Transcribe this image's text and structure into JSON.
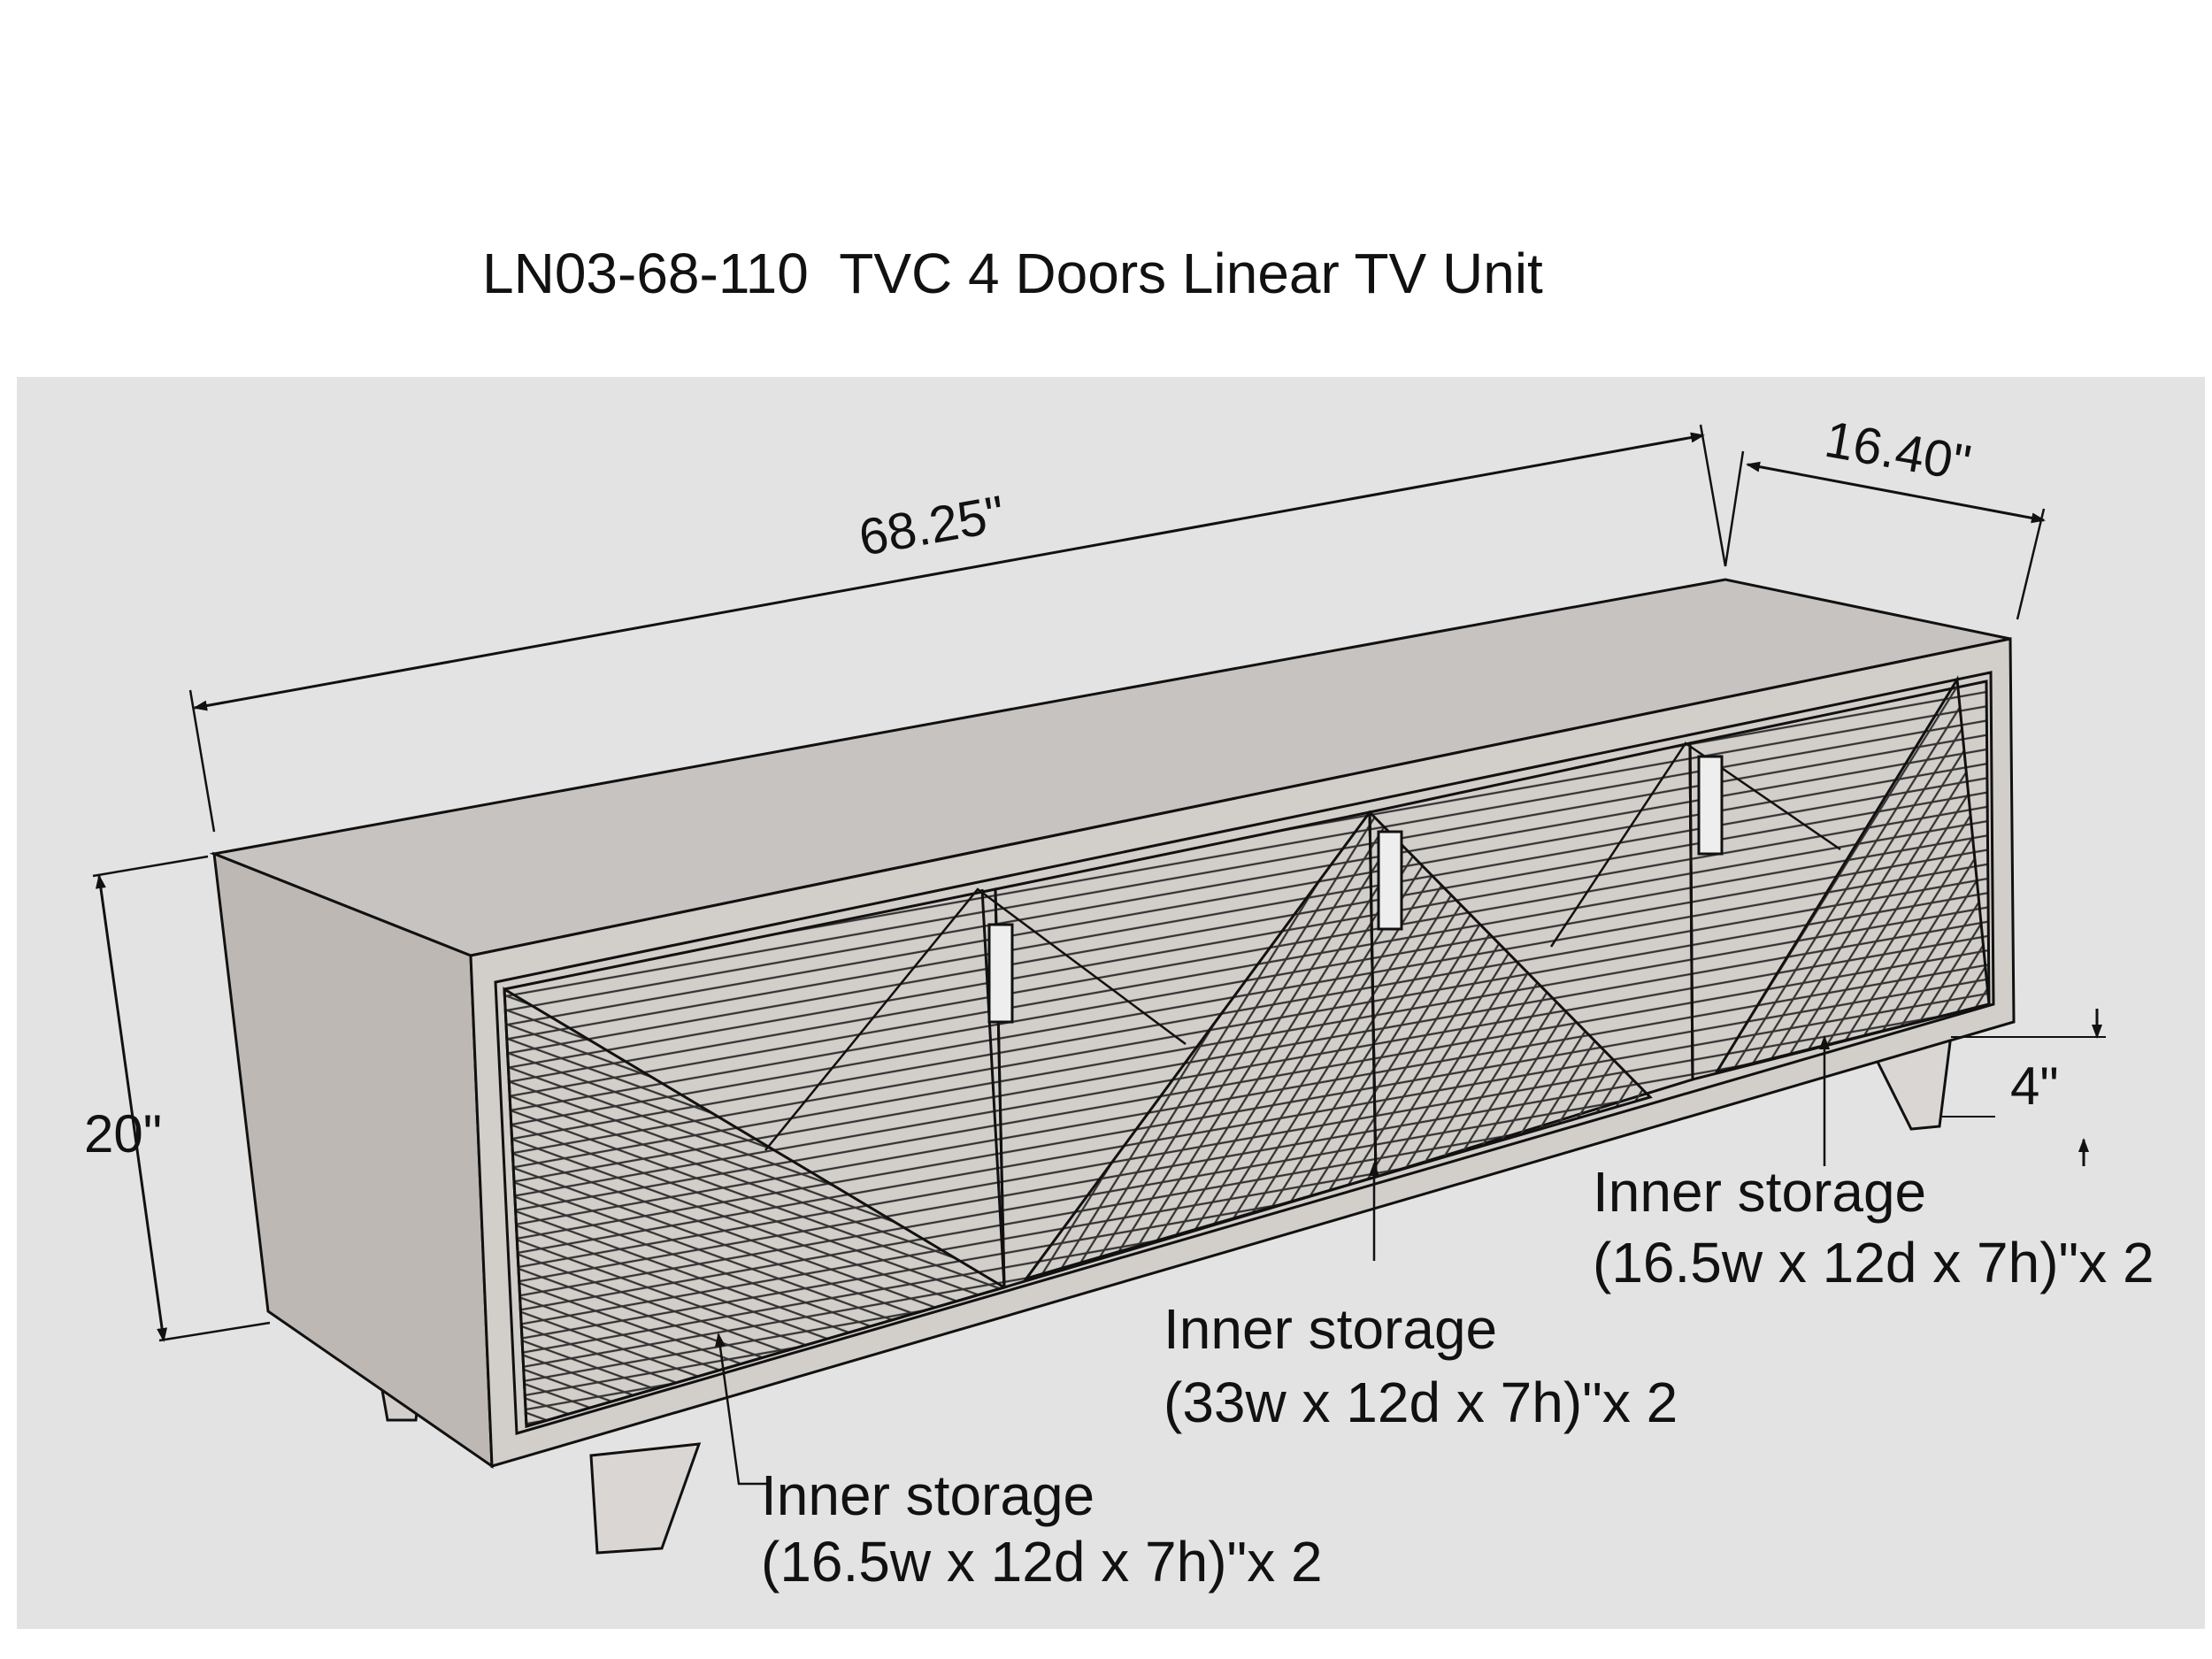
{
  "title": "LN03-68-110  TVC 4 Doors Linear TV Unit",
  "dimensions": {
    "width": "68.25\"",
    "depth": "16.40\"",
    "height": "20\"",
    "leg_height": "4\""
  },
  "notes": {
    "left_storage": {
      "label": "Inner storage",
      "size": "(16.5w x 12d x 7h)\"x 2"
    },
    "center_storage": {
      "label": "Inner storage",
      "size": "(33w x 12d x 7h)\"x 2"
    },
    "right_storage": {
      "label": "Inner storage",
      "size": "(16.5w x 12d x 7h)\"x 2"
    }
  },
  "colors": {
    "panel_background": "#e3e3e3",
    "cabinet_fill": "#cbc7c4",
    "cabinet_side": "#bdb8b4",
    "line": "#111111"
  }
}
